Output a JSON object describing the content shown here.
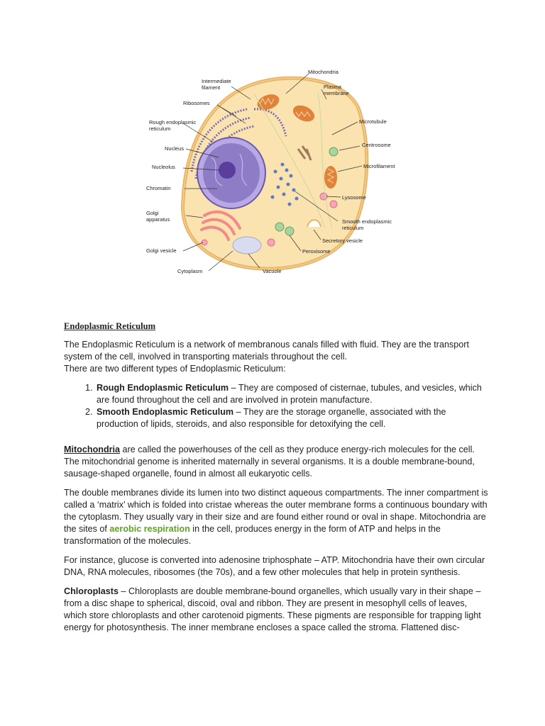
{
  "figure": {
    "labels": {
      "mitochondria": "Mitochondria",
      "intermediate_filament": "Intermediate\nfilament",
      "plasma_membrane": "Plasma\nmembrane",
      "ribosomes": "Ribosomes",
      "microtubule": "Microtubule",
      "rough_er": "Rough endoplasmic\nreticulum",
      "centrosome": "Centrosome",
      "nucleus": "Nucleus",
      "microfilament": "Microfilament",
      "nucleolus": "Nucleolus",
      "chromatin": "Chromatin",
      "lysosome": "Lysosome",
      "golgi_apparatus": "Golgi\napparatus",
      "smooth_er": "Smooth endoplasmic\nreticulum",
      "secretory_vesicle": "Secretory vesicle",
      "golgi_vesicle": "Golgi vesicle",
      "peroxisome": "Peroxisome",
      "cytoplasm": "Cytoplasm",
      "vacuole": "Vacuole"
    },
    "colors": {
      "cytoplasm": "#fbe3b0",
      "membrane": "#e7b46a",
      "nucleus": "#8f7cc6",
      "nucleolus": "#6a4ea8",
      "mitochondria": "#e0833a",
      "golgi": "#f28a8a",
      "er": "#5b7cc0"
    }
  },
  "er_section": {
    "heading": "Endoplasmic Reticulum",
    "intro": "The Endoplasmic Reticulum is a network of membranous canals filled with fluid. They are the transport system of the cell, involved in transporting materials throughout the cell.",
    "types_intro": "There are two different types of Endoplasmic Reticulum:",
    "items": [
      {
        "term": "Rough Endoplasmic Reticulum",
        "text": " – They are composed of cisternae, tubules, and vesicles, which are found throughout the cell and are involved in protein manufacture."
      },
      {
        "term": "Smooth Endoplasmic Reticulum",
        "text": " – They are the storage organelle, associated with the production of lipids, steroids, and also responsible for detoxifying the cell."
      }
    ]
  },
  "mito_section": {
    "term": "Mitochondria",
    "p1_rest": " are called the powerhouses of the cell as they produce energy-rich molecules for the cell. The mitochondrial genome is inherited maternally in several organisms. It is a double membrane-bound, sausage-shaped organelle, found in almost all eukaryotic cells.",
    "p2_before": "The double membranes divide its lumen into two distinct aqueous compartments. The inner compartment is called a ‘matrix’ which is folded into cristae whereas the outer membrane forms a continuous boundary with the cytoplasm. They usually vary in their size and are found either round or oval in shape. Mitochondria are the sites of ",
    "p2_link": "aerobic respiration",
    "p2_after": " in the cell, produces energy in the form of ATP and helps in the transformation of the molecules.",
    "p3": "For instance, glucose is converted into adenosine triphosphate – ATP. Mitochondria have their own circular DNA, RNA molecules, ribosomes (the 70s), and a few other molecules that help in protein synthesis."
  },
  "chloro_section": {
    "term": "Chloroplasts",
    "text": " – Chloroplasts are double membrane-bound organelles, which usually vary in their shape – from a disc shape to spherical, discoid, oval and ribbon. They are present in mesophyll cells of leaves, which store chloroplasts and other carotenoid pigments. These pigments are responsible for trapping light energy for photosynthesis. The inner membrane encloses a space called the stroma. Flattened disc-"
  }
}
